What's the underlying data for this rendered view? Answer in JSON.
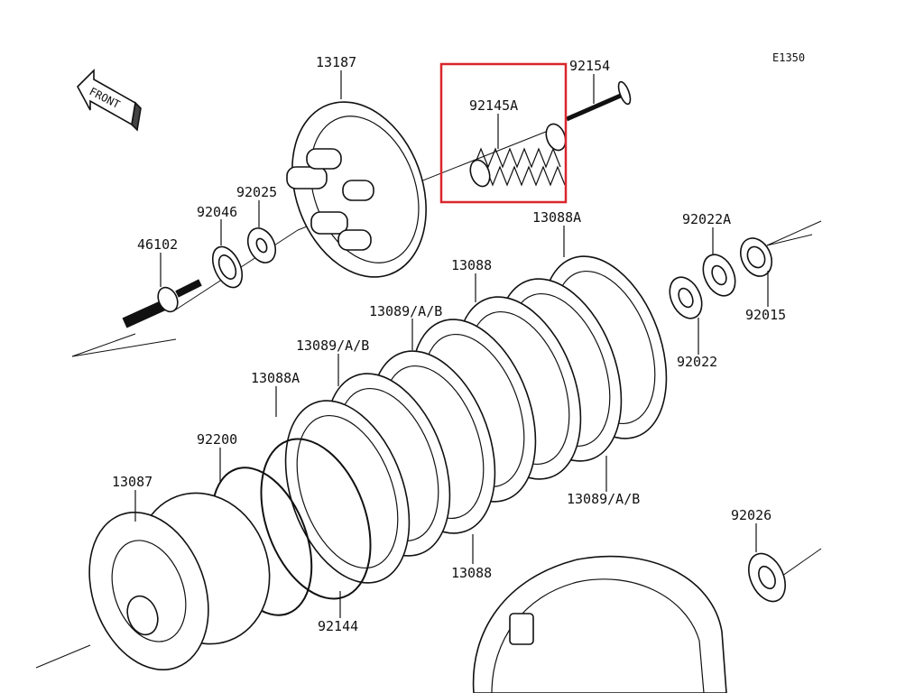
{
  "diagram": {
    "code": "E1350",
    "front_arrow_label": "FRONT",
    "highlight_color": "#d9262c",
    "parts": [
      {
        "id": "p13187",
        "label": "13187"
      },
      {
        "id": "p92154",
        "label": "92154"
      },
      {
        "id": "p92145A",
        "label": "92145A",
        "highlighted": true
      },
      {
        "id": "p92025",
        "label": "92025"
      },
      {
        "id": "p92046",
        "label": "92046"
      },
      {
        "id": "p46102",
        "label": "46102"
      },
      {
        "id": "p13088A_top",
        "label": "13088A"
      },
      {
        "id": "p92022A",
        "label": "92022A"
      },
      {
        "id": "p13088_top",
        "label": "13088"
      },
      {
        "id": "p92015",
        "label": "92015"
      },
      {
        "id": "p13089_1",
        "label": "13089/A/B"
      },
      {
        "id": "p13089_2",
        "label": "13089/A/B"
      },
      {
        "id": "p92022",
        "label": "92022"
      },
      {
        "id": "p13088A_low",
        "label": "13088A"
      },
      {
        "id": "p92200",
        "label": "92200"
      },
      {
        "id": "p13087",
        "label": "13087"
      },
      {
        "id": "p13089_3",
        "label": "13089/A/B"
      },
      {
        "id": "p92026",
        "label": "92026"
      },
      {
        "id": "p13088_low",
        "label": "13088"
      },
      {
        "id": "p92144",
        "label": "92144"
      }
    ]
  }
}
